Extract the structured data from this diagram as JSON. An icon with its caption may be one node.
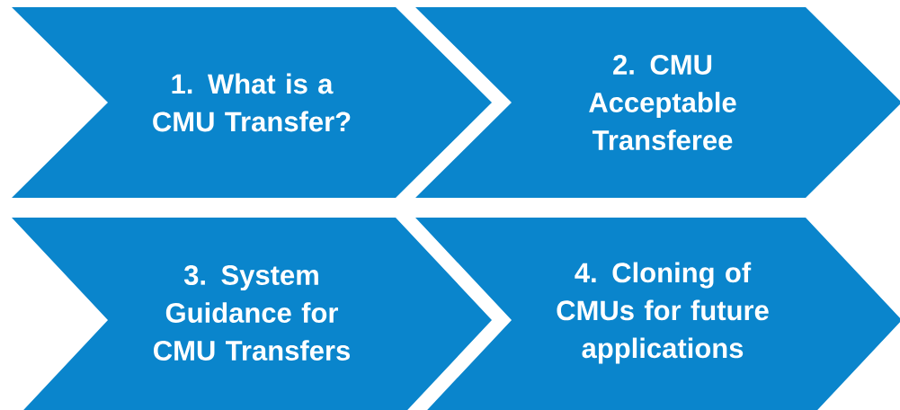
{
  "diagram": {
    "nodes": [
      {
        "text": [
          "1. What is a CMU Transfer?"
        ]
      },
      {
        "text": [
          "2. CMU Acceptable Transferee"
        ]
      },
      {
        "text": [
          "3. System Guidance for CMU Transfers"
        ]
      },
      {
        "text": [
          "4. Cloning of CMUs for future applications"
        ]
      }
    ]
  }
}
